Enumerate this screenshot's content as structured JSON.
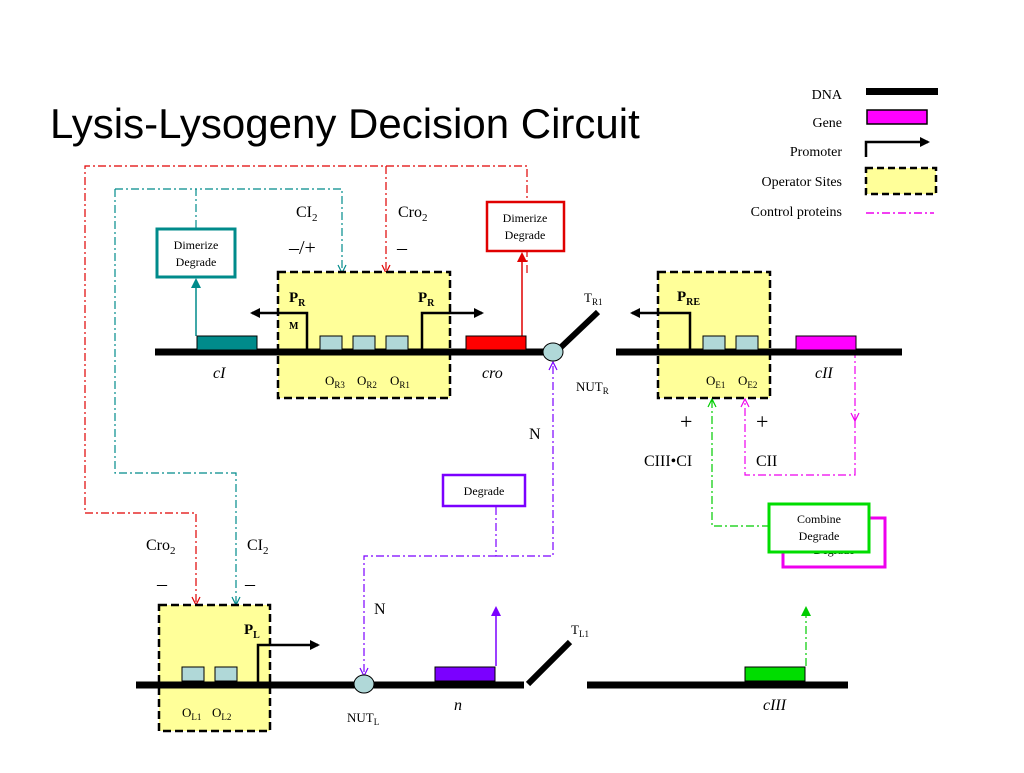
{
  "title": "Lysis-Lysogeny Decision Circuit",
  "legend": {
    "items": [
      "DNA",
      "Gene",
      "Promoter",
      "Operator Sites",
      "Control proteins"
    ]
  },
  "colors": {
    "operator_fill": "#ffff99",
    "cI_gene": "#008b8b",
    "cro_gene": "#ff0000",
    "cII_gene": "#ff00ff",
    "n_gene": "#7b00ff",
    "cIII_gene": "#00dd00",
    "operator_box": "#b0d8d8"
  },
  "labels": {
    "CI2_top": "CI",
    "CI2_top_sub": "2",
    "Cro2_top": "Cro",
    "Cro2_top_sub": "2",
    "sign_CI_top": "–/+",
    "sign_Cro_top": "–",
    "PRM_P": "P",
    "PRM_R": "R",
    "PRM_M": "M",
    "PR_P": "P",
    "PR_R": "R",
    "PRE_P": "P",
    "PRE_RE": "RE",
    "OR3": "O",
    "OR3_sub": "R3",
    "OR2": "O",
    "OR2_sub": "R2",
    "OR1": "O",
    "OR1_sub": "R1",
    "OE1": "O",
    "OE1_sub": "E1",
    "OE2": "O",
    "OE2_sub": "E2",
    "OL1": "O",
    "OL1_sub": "L1",
    "OL2": "O",
    "OL2_sub": "L2",
    "cI": "cI",
    "cro": "cro",
    "cII": "cII",
    "cIII": "cIII",
    "n": "n",
    "TR1": "T",
    "TR1_sub": "R1",
    "TL1": "T",
    "TL1_sub": "L1",
    "NUTR": "NUT",
    "NUTR_sub": "R",
    "NUTL": "NUT",
    "NUTL_sub": "L",
    "N_upper": "N",
    "N_lower": "N",
    "plus_left": "+",
    "plus_right": "+",
    "CIIICI": "CIII•CI",
    "CII": "CII",
    "Cro2_bottom": "Cro",
    "Cro2_bottom_sub": "2",
    "CI2_bottom": "CI",
    "CI2_bottom_sub": "2",
    "sign_Cro_bottom": "–",
    "sign_CI_bottom": "–",
    "PL_P": "P",
    "PL_L": "L"
  },
  "boxes": {
    "dimerize_degrade_left_line1": "Dimerize",
    "dimerize_degrade_left_line2": "Degrade",
    "dimerize_degrade_right_line1": "Dimerize",
    "dimerize_degrade_right_line2": "Degrade",
    "degrade_n": "Degrade",
    "combine_degrade_line1": "Combine",
    "combine_degrade_line2": "Degrade",
    "degrade_back": "Degrade"
  }
}
